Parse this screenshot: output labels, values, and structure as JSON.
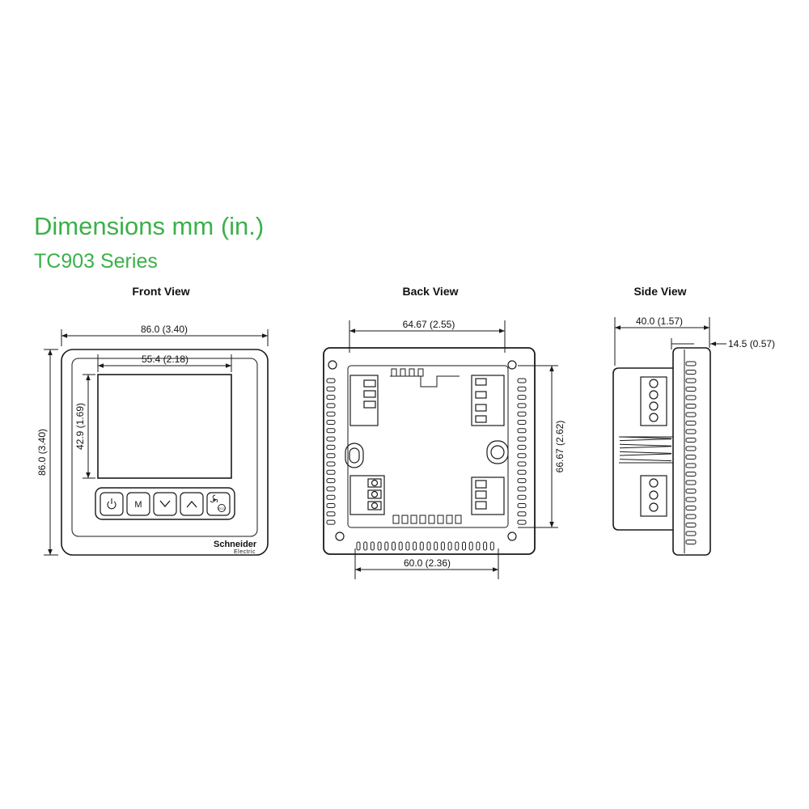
{
  "title": "Dimensions  mm (in.)",
  "subtitle": "TC903 Series",
  "views": {
    "front": {
      "label": "Front View",
      "width_dim": "86.0 (3.40)",
      "height_dim": "86.0 (3.40)",
      "screen_width_dim": "55.4 (2.18)",
      "screen_height_dim": "42.9 (1.69)",
      "buttons": [
        {
          "name": "power",
          "glyph": "⏻"
        },
        {
          "name": "mode",
          "glyph": "M"
        },
        {
          "name": "down",
          "glyph": "∨"
        },
        {
          "name": "up",
          "glyph": "∧"
        },
        {
          "name": "fan-eco",
          "glyph": "ECO"
        }
      ],
      "brand_line1": "Schneider",
      "brand_line2": "Electric"
    },
    "back": {
      "label": "Back View",
      "top_dim": "64.67 (2.55)",
      "right_dim": "66.67 (2.62)",
      "bottom_dim": "60.0 (2.36)"
    },
    "side": {
      "label": "Side View",
      "depth_dim": "40.0 (1.57)",
      "front_dim": "14.5 (0.57)"
    }
  },
  "colors": {
    "heading": "#3cb04a",
    "line": "#1a1a1a"
  }
}
